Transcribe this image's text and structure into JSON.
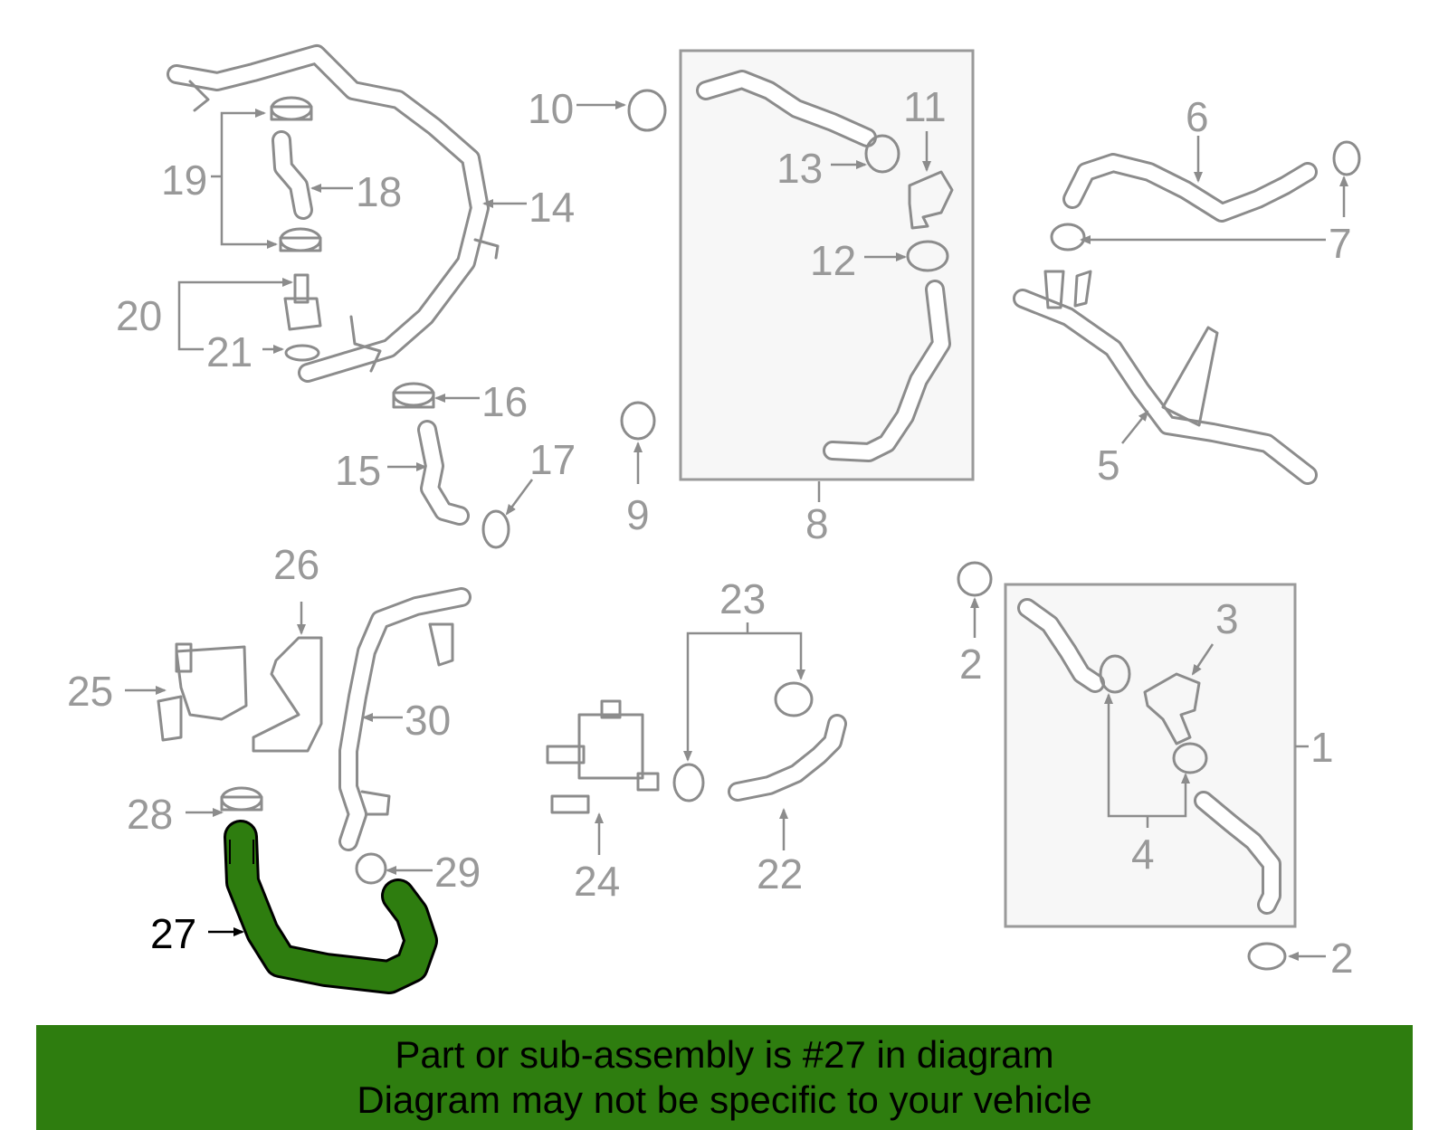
{
  "callouts": {
    "c1": "1",
    "c2a": "2",
    "c2b": "2",
    "c3": "3",
    "c4": "4",
    "c5": "5",
    "c6": "6",
    "c7": "7",
    "c8": "8",
    "c9": "9",
    "c10": "10",
    "c11": "11",
    "c12": "12",
    "c13": "13",
    "c14": "14",
    "c15": "15",
    "c16": "16",
    "c17": "17",
    "c18": "18",
    "c19": "19",
    "c20": "20",
    "c21": "21",
    "c22": "22",
    "c23": "23",
    "c24": "24",
    "c25": "25",
    "c26": "26",
    "c27": "27",
    "c28": "28",
    "c29": "29",
    "c30": "30"
  },
  "colors": {
    "highlight_part": "#2e7d0f",
    "banner": "#2e7d0f",
    "line_art": "#8c8c8c",
    "callout_text": "#999999"
  },
  "banner": {
    "line1": "Part or sub-assembly is #27 in diagram",
    "line2": "Diagram may not be specific to your vehicle"
  }
}
